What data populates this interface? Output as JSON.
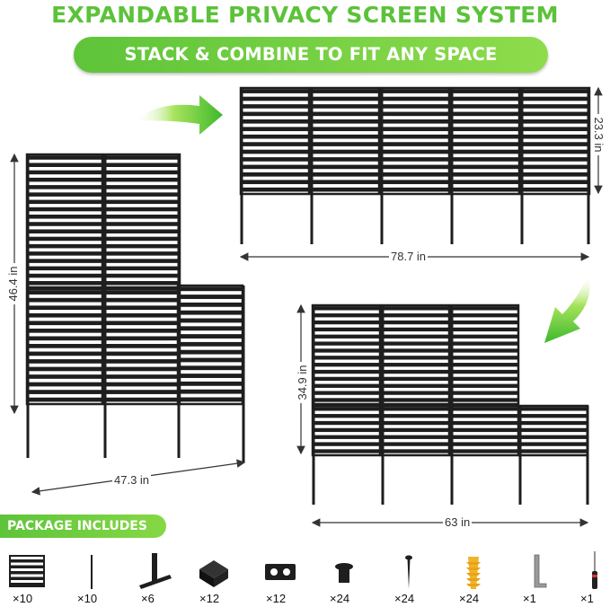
{
  "header": {
    "title": "EXPANDABLE PRIVACY SCREEN SYSTEM",
    "subtitle": "STACK & COMBINE TO FIT ANY SPACE"
  },
  "dimensions": {
    "left_height": "46.4 in",
    "left_width": "47.3 in",
    "top_height": "23.3 in",
    "top_width": "78.7 in",
    "bottom_height": "34.9 in",
    "bottom_width": "63 in"
  },
  "package": {
    "label": "PACKAGE INCLUDES",
    "items": [
      {
        "icon": "fence-panel-icon",
        "count": "×10"
      },
      {
        "icon": "stake-icon",
        "count": "×10"
      },
      {
        "icon": "bracket-icon",
        "count": "×6"
      },
      {
        "icon": "cap-icon",
        "count": "×12"
      },
      {
        "icon": "connector-plate-icon",
        "count": "×12"
      },
      {
        "icon": "nut-icon",
        "count": "×24"
      },
      {
        "icon": "screw-icon",
        "count": "×24"
      },
      {
        "icon": "anchor-icon",
        "count": "×24"
      },
      {
        "icon": "hex-key-icon",
        "count": "×1"
      },
      {
        "icon": "screwdriver-icon",
        "count": "×1"
      }
    ]
  },
  "colors": {
    "accent": "#5cc23a",
    "panel": "#1e1e1e"
  }
}
